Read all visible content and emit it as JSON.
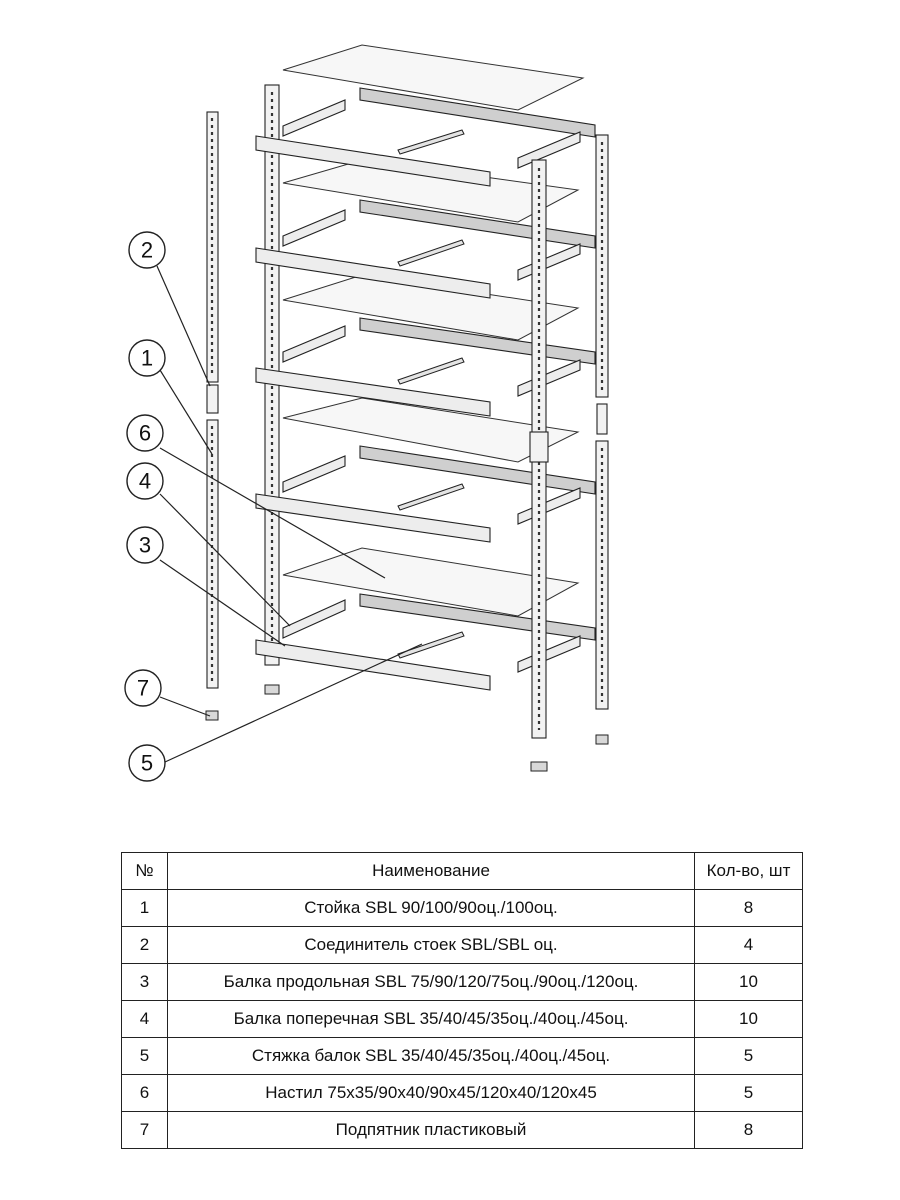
{
  "callouts": [
    "1",
    "2",
    "3",
    "4",
    "5",
    "6",
    "7"
  ],
  "table": {
    "headers": {
      "no": "№",
      "name": "Наименование",
      "qty": "Кол-во, шт"
    },
    "rows": [
      {
        "no": "1",
        "name": "Стойка SBL 90/100/90оц./100оц.",
        "qty": "8"
      },
      {
        "no": "2",
        "name": "Соединитель стоек SBL/SBL оц.",
        "qty": "4"
      },
      {
        "no": "3",
        "name": "Балка продольная SBL 75/90/120/75оц./90оц./120оц.",
        "qty": "10"
      },
      {
        "no": "4",
        "name": "Балка поперечная SBL 35/40/45/35оц./40оц./45оц.",
        "qty": "10"
      },
      {
        "no": "5",
        "name": "Стяжка балок SBL 35/40/45/35оц./40оц./45оц.",
        "qty": "5"
      },
      {
        "no": "6",
        "name": "Настил 75х35/90х40/90х45/120х40/120х45",
        "qty": "5"
      },
      {
        "no": "7",
        "name": "Подпятник пластиковый",
        "qty": "8"
      }
    ]
  }
}
